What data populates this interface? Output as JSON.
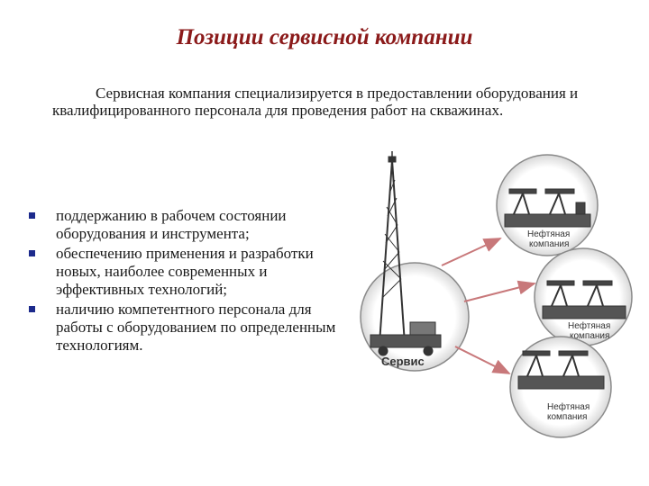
{
  "title": "Позиции сервисной компании",
  "intro": "Сервисная компания специализируется в предоставлении оборудования и квалифицированного персонала для проведения работ на скважинах.",
  "bullets": [
    {
      "text": " поддержанию в рабочем состоянии оборудования и инструмента;"
    },
    {
      "text": "обеспечению применения и разработки новых, наиболее современных и эффективных технологий;"
    },
    {
      "text": "наличию компетентного персонала для работы с оборудованием по определенным технологиям."
    }
  ],
  "diagram": {
    "service_label": "Сервис",
    "companies": [
      {
        "line1": "Нефтяная",
        "line2": "компания"
      },
      {
        "line1": "Нефтяная",
        "line2": "компания"
      },
      {
        "line1": "Нефтяная",
        "line2": "компания"
      }
    ]
  },
  "colors": {
    "title": "#8b1a1a",
    "bullet": "#1c2a8c",
    "arrow": "#c8787a"
  }
}
